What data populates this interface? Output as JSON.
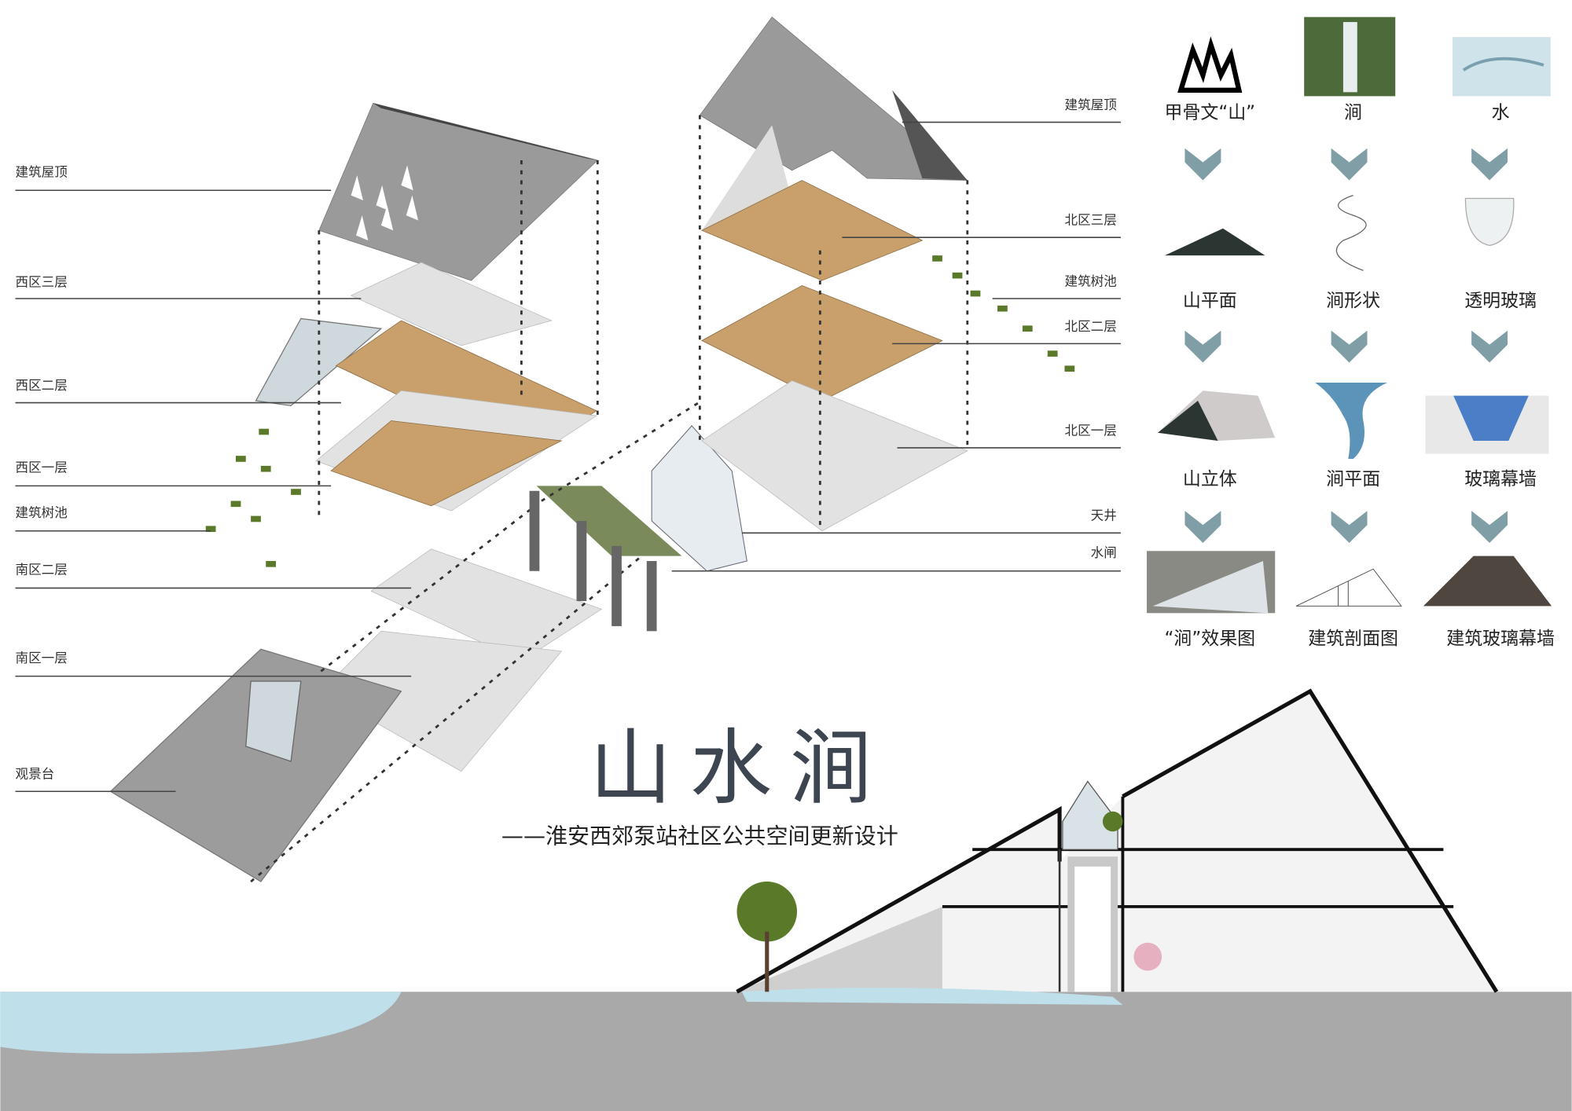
{
  "title": {
    "main": "山水涧",
    "subtitle": "——淮安西郊泵站社区公共空间更新设计"
  },
  "left_labels": [
    "建筑屋顶",
    "西区三层",
    "西区二层",
    "西区一层",
    "建筑树池",
    "南区二层",
    "南区一层",
    "观景台"
  ],
  "right_labels": [
    "建筑屋顶",
    "北区三层",
    "建筑树池",
    "北区二层",
    "北区一层",
    "天井",
    "水闸"
  ],
  "concept": {
    "columns": [
      {
        "items": [
          "甲骨文“山”",
          "山平面",
          "山立体",
          "“涧”效果图"
        ]
      },
      {
        "items": [
          "涧",
          "涧形状",
          "涧平面",
          "建筑剖面图"
        ]
      },
      {
        "items": [
          "水",
          "透明玻璃",
          "玻璃幕墙",
          "建筑玻璃幕墙"
        ]
      }
    ]
  },
  "colors": {
    "chevron": "#7f9ea6",
    "ground": "#a9a9a9",
    "water": "#bfe0ea",
    "title": "#3d4550"
  }
}
